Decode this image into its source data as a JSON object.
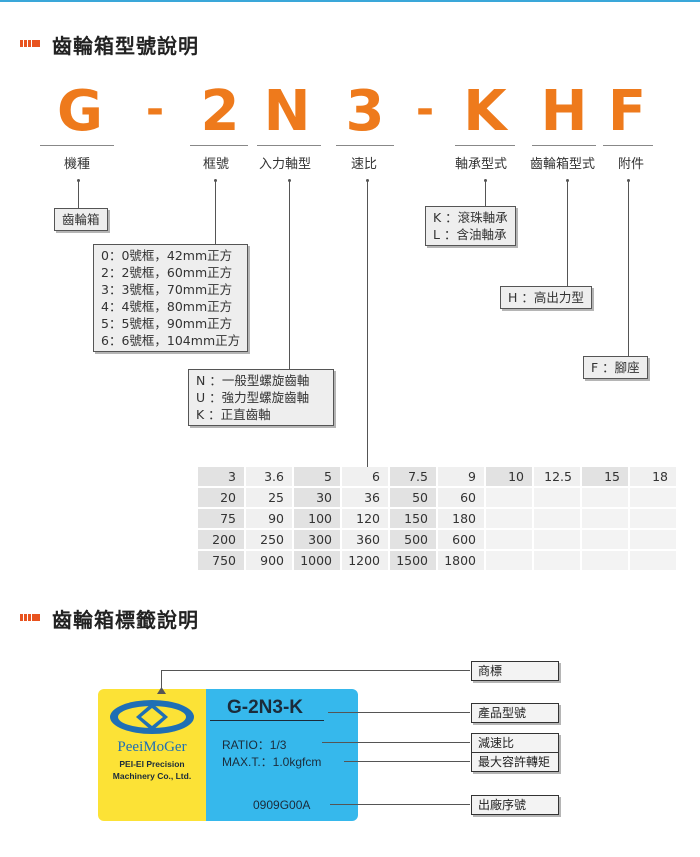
{
  "section1": {
    "title": "齒輪箱型號說明"
  },
  "code": {
    "g": "G",
    "dash1": "-",
    "frame": "2",
    "input": "N",
    "ratio": "3",
    "dash2": "-",
    "k": "K",
    "h": "H",
    "f": "F"
  },
  "labels": {
    "model": "機種",
    "frame": "框號",
    "input": "入力軸型",
    "ratio": "速比",
    "bearing": "軸承型式",
    "gearbox_type": "齒輪箱型式",
    "accessory": "附件"
  },
  "boxes": {
    "model": [
      "齒輪箱"
    ],
    "frame": [
      "0：0號框，42mm正方",
      "2：2號框，60mm正方",
      "3：3號框，70mm正方",
      "4：4號框，80mm正方",
      "5：5號框，90mm正方",
      "6：6號框，104mm正方"
    ],
    "input": [
      "N ：一般型螺旋齒軸",
      "U ：強力型螺旋齒軸",
      "K ：正直齒軸"
    ],
    "bearing": [
      "K ：滾珠軸承",
      "L ：含油軸承"
    ],
    "gearbox_type": [
      "H ：高出力型"
    ],
    "accessory": [
      "F ：腳座"
    ]
  },
  "ratio_table": {
    "rows": [
      [
        "3",
        "3.6",
        "5",
        "6",
        "7.5",
        "9",
        "10",
        "12.5",
        "15",
        "18"
      ],
      [
        "20",
        "25",
        "30",
        "36",
        "50",
        "60",
        "",
        "",
        "",
        ""
      ],
      [
        "75",
        "90",
        "100",
        "120",
        "150",
        "180",
        "",
        "",
        "",
        ""
      ],
      [
        "200",
        "250",
        "300",
        "360",
        "500",
        "600",
        "",
        "",
        "",
        ""
      ],
      [
        "750",
        "900",
        "1000",
        "1200",
        "1500",
        "1800",
        "",
        "",
        "",
        ""
      ]
    ]
  },
  "section2": {
    "title": "齒輪箱標籤說明"
  },
  "plate": {
    "brand": "PeeiMoGer",
    "company_line1": "PEI-EI Precision",
    "company_line2": "Machinery Co., Ltd.",
    "model": "G-2N3-K",
    "ratio": "RATIO：1/3",
    "max_torque": "MAX.T.：1.0kgfcm",
    "serial": "0909G00A"
  },
  "callouts": {
    "trademark": "商標",
    "model": "產品型號",
    "ratio": "減速比",
    "torque": "最大容許轉矩",
    "serial": "出廠序號"
  },
  "colors": {
    "accent": "#ee7a1c",
    "plate_yellow": "#fce236",
    "plate_blue": "#36b8ec",
    "logo_blue": "#1f6fb5"
  }
}
